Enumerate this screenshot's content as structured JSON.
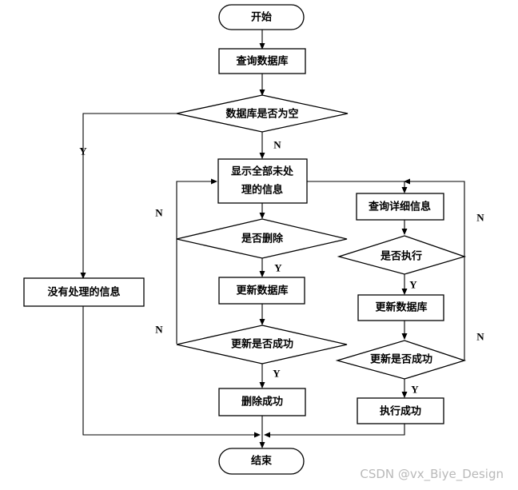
{
  "nodes": {
    "start": "开始",
    "query_db": "查询数据库",
    "db_empty_q": "数据库是否为空",
    "show_all_1": "显示全部未处",
    "show_all_2": "理的信息",
    "no_info": "没有处理的信息",
    "delete_q": "是否删除",
    "update_db_left": "更新数据库",
    "update_ok_left": "更新是否成功",
    "delete_ok": "删除成功",
    "query_detail": "查询详细信息",
    "execute_q": "是否执行",
    "update_db_right": "更新数据库",
    "update_ok_right": "更新是否成功",
    "execute_ok": "执行成功",
    "end": "结束"
  },
  "edge_labels": {
    "empty_yes": "Y",
    "empty_no": "N",
    "delete_yes": "Y",
    "delete_no": "N",
    "update_left_yes": "Y",
    "update_left_no": "N",
    "execute_yes": "Y",
    "execute_no": "N",
    "update_right_yes": "Y",
    "update_right_no": "N"
  },
  "watermark": "CSDN @vx_Biye_Design"
}
